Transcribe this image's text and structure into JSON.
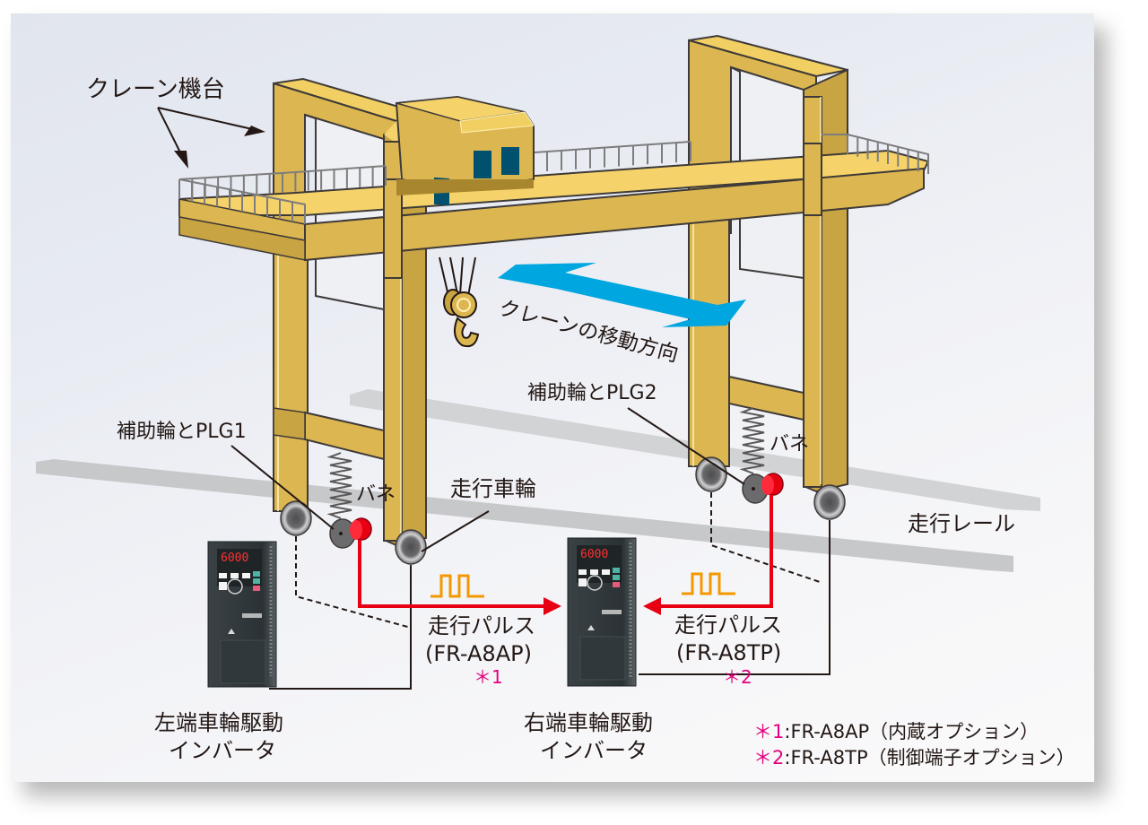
{
  "labels": {
    "crane_structure": "クレーン機台",
    "movement_direction": "クレーンの移動方向",
    "aux_wheel_plg1": "補助輪とPLG1",
    "aux_wheel_plg2": "補助輪とPLG2",
    "spring_left": "バネ",
    "spring_right": "バネ",
    "travel_wheel": "走行車輪",
    "travel_rail": "走行レール",
    "pulse_left": {
      "title": "走行パルス",
      "model": "(FR-A8AP)",
      "note": "＊1"
    },
    "pulse_right": {
      "title": "走行パルス",
      "model": "(FR-A8TP)",
      "note": "＊2"
    },
    "inverter_left": {
      "line1": "左端車輪駆動",
      "line2": "インバータ"
    },
    "inverter_right": {
      "line1": "右端車輪駆動",
      "line2": "インバータ"
    },
    "inverter_display": "6000"
  },
  "footnotes": [
    {
      "mark": "＊1",
      "text": ":FR-A8AP（内蔵オプション）"
    },
    {
      "mark": "＊2",
      "text": ":FR-A8TP（制御端子オプション）"
    }
  ],
  "colors": {
    "crane_yellow": "#dcb650",
    "crane_light": "#f5d36a",
    "crane_dark": "#b89238",
    "window_blue": "#00506e",
    "arrow_blue": "#00a6e0",
    "signal_red": "#e60012",
    "pulse_orange": "#f39800",
    "note_pink": "#e4007f",
    "rail_gray": "#c7c8ca"
  }
}
